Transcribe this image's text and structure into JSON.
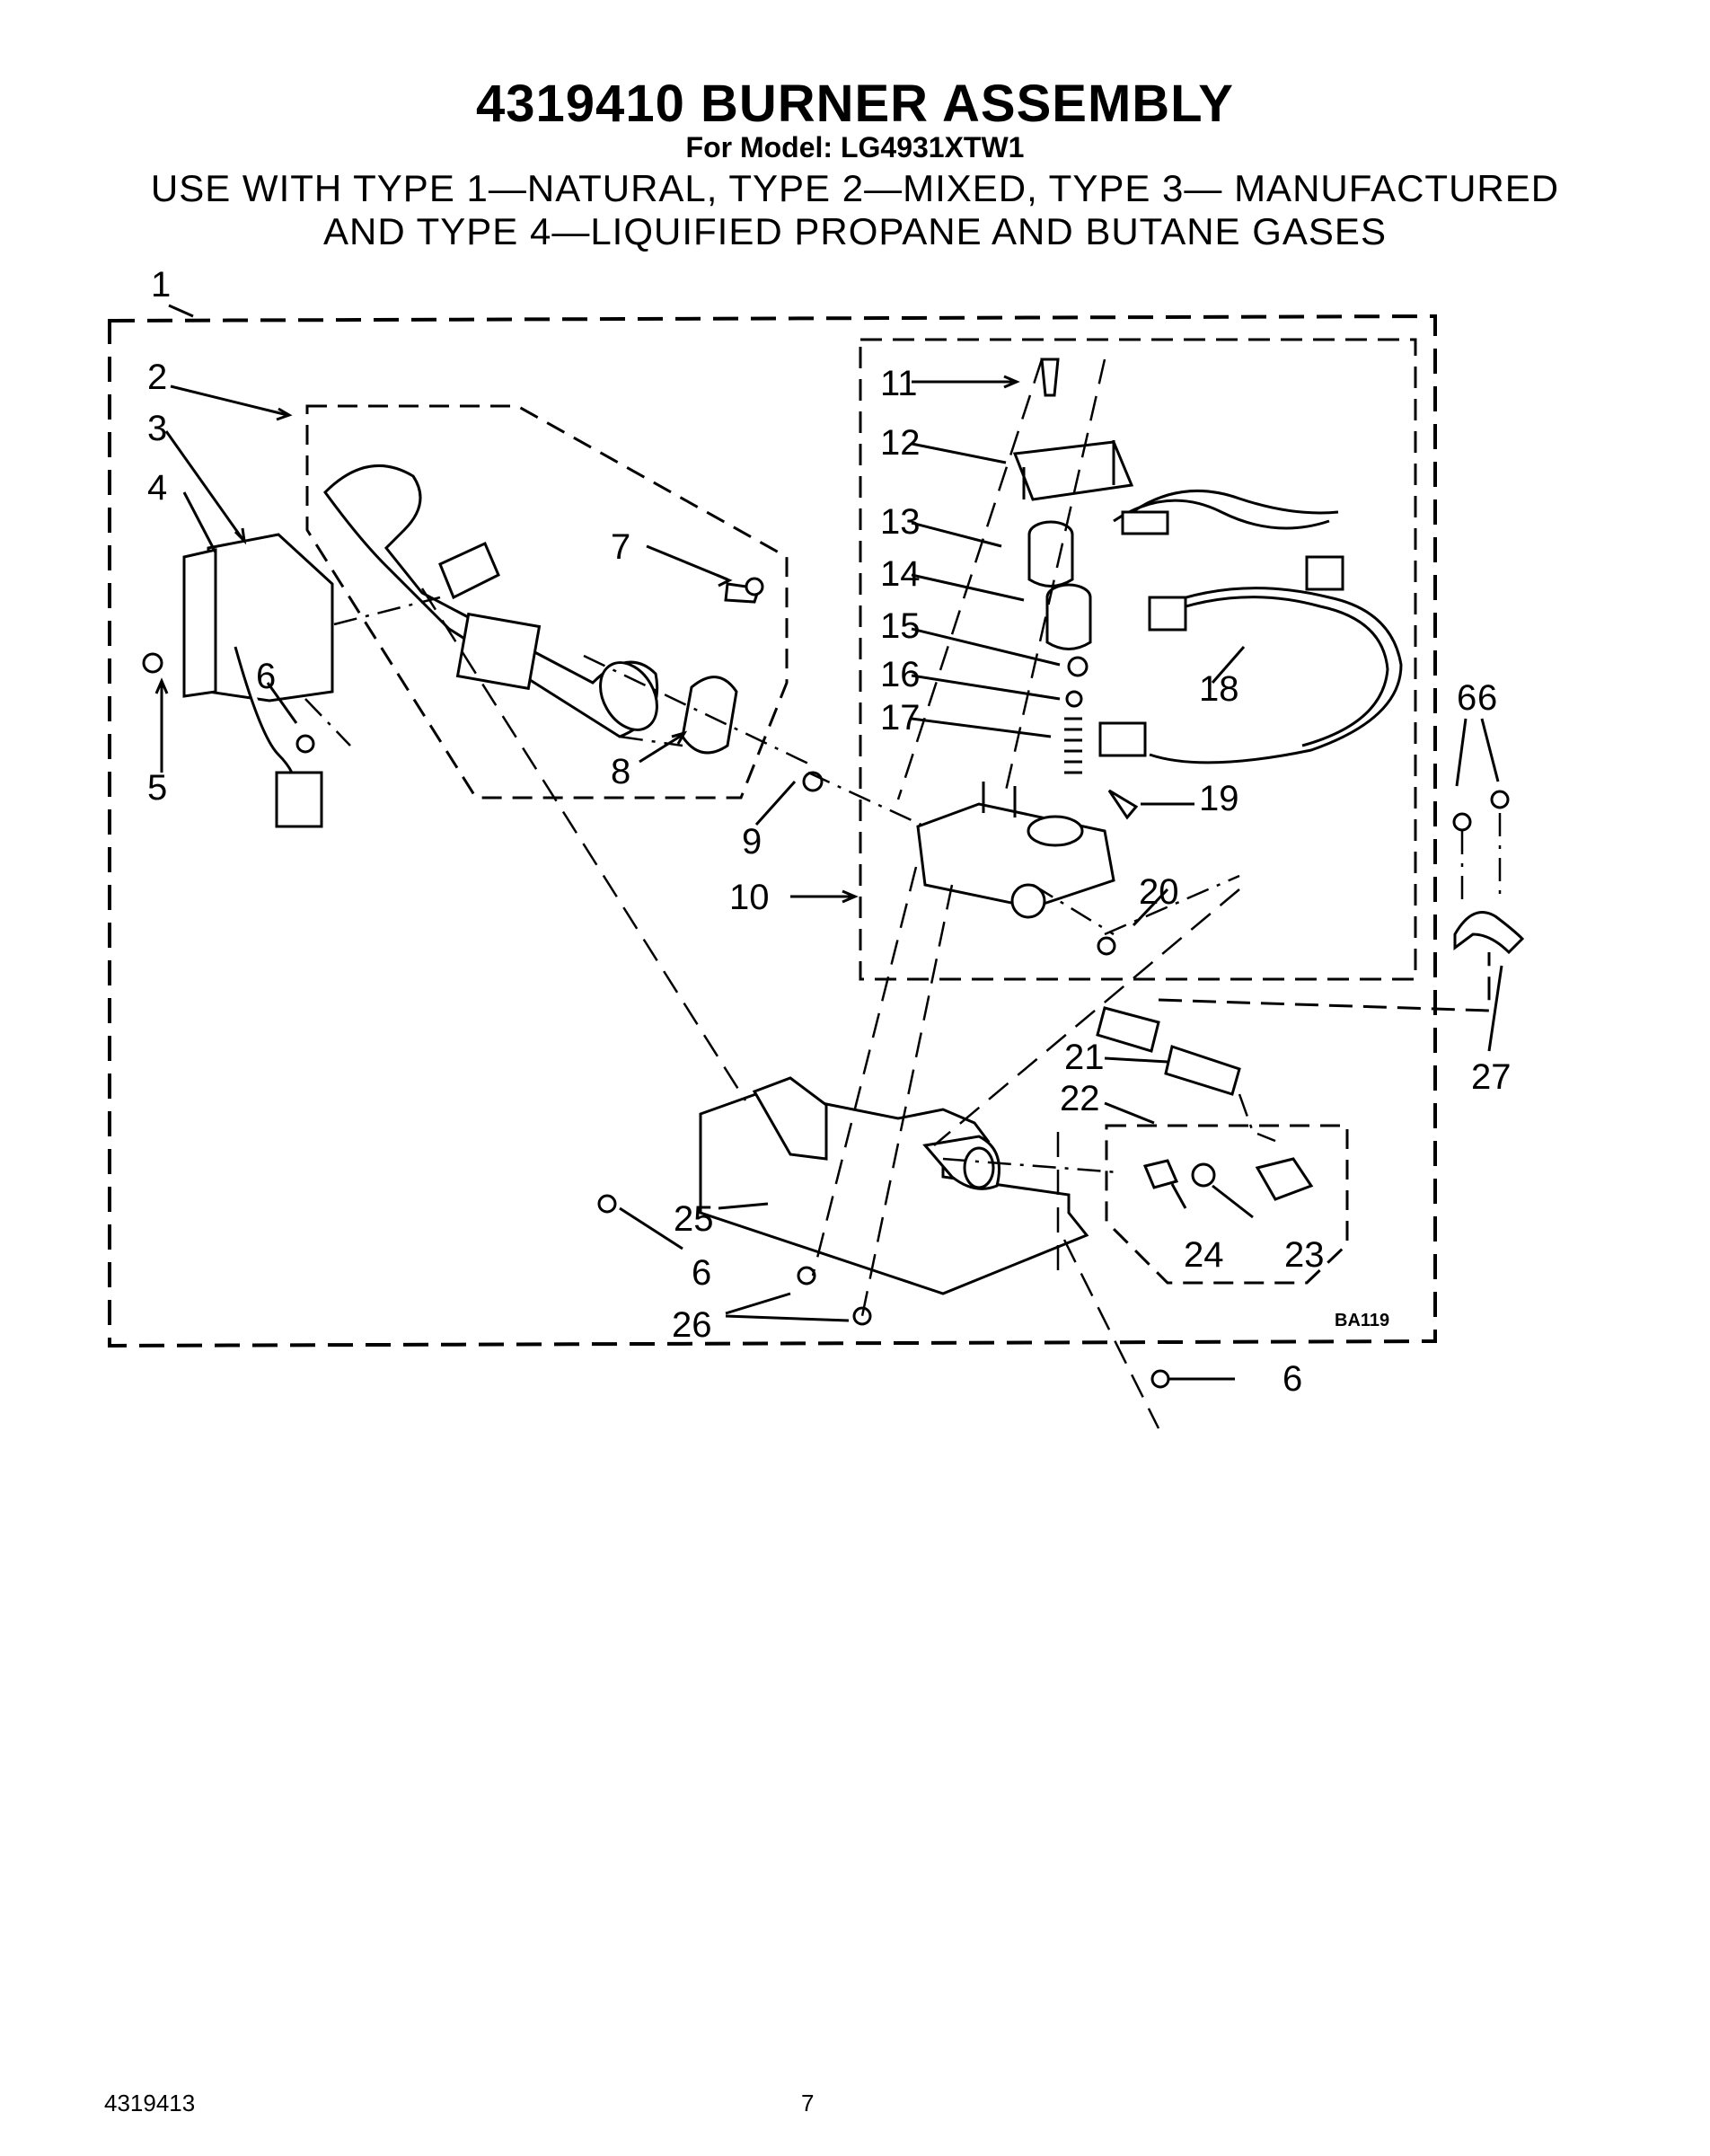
{
  "header": {
    "title": "4319410 BURNER ASSEMBLY",
    "model_line": "For Model: LG4931XTW1",
    "usage_line_1": "USE WITH TYPE 1—NATURAL, TYPE 2—MIXED, TYPE 3— MANUFACTURED",
    "usage_line_2": "AND TYPE 4—LIQUIFIED PROPANE AND BUTANE GASES"
  },
  "diagram": {
    "reference_code": "BA119",
    "callouts": [
      "1",
      "2",
      "3",
      "4",
      "5",
      "6",
      "6",
      "7",
      "8",
      "9",
      "10",
      "11",
      "12",
      "13",
      "14",
      "15",
      "16",
      "17",
      "18",
      "19",
      "20",
      "21",
      "22",
      "23",
      "24",
      "25",
      "6",
      "26",
      "6",
      "6",
      "27"
    ]
  },
  "footer": {
    "doc_number": "4319413",
    "page_number": "7"
  }
}
